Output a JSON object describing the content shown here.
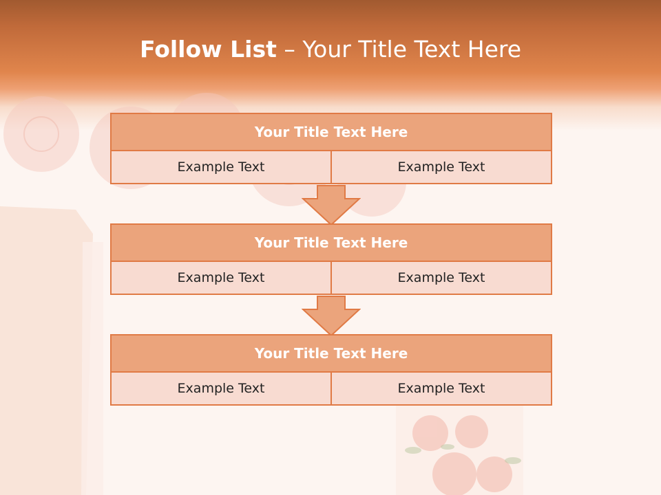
{
  "slide": {
    "title_bold": "Follow List",
    "title_rest": " – Your Title Text Here"
  },
  "steps": [
    {
      "title": "Your Title Text Here",
      "left": "Example Text",
      "right": "Example Text"
    },
    {
      "title": "Your Title Text Here",
      "left": "Example Text",
      "right": "Example Text"
    },
    {
      "title": "Your Title Text Here",
      "left": "Example Text",
      "right": "Example Text"
    }
  ],
  "colors": {
    "header_top": "#a15a30",
    "header_mid": "#e0854c",
    "title_fill": "#eba47c",
    "cell_fill": "#f8dbd1",
    "stroke": "#e07a45",
    "background": "#fdf5f1"
  }
}
